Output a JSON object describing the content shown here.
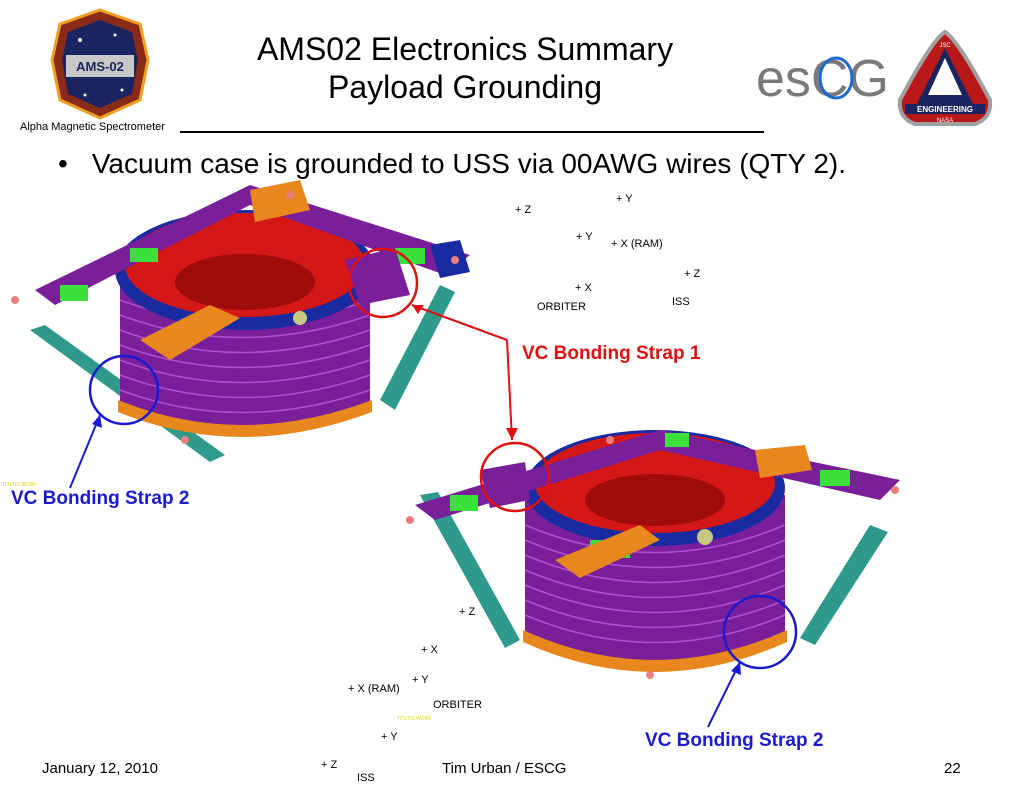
{
  "header": {
    "title_line1": "AMS02 Electronics Summary",
    "title_line2": "Payload Grounding",
    "ams_caption": "Alpha Magnetic Spectrometer",
    "ams_logo_text": "AMS-02",
    "escg_logo_text": "esCG",
    "jsc_logo_top": "JSC",
    "jsc_logo_band": "ENGINEERING",
    "jsc_logo_bottom": "NASA"
  },
  "bullet": "Vacuum case is grounded to USS via 00AWG wires (QTY 2).",
  "axes_top": {
    "y1": "+ Y",
    "z1": "+ Z",
    "y2": "+ Y",
    "x_ram": "+ X (RAM)",
    "z2": "+ Z",
    "x": "+ X",
    "orbiter": "ORBITER",
    "iss": "ISS"
  },
  "axes_bottom": {
    "z1": "+ Z",
    "x": "+ X",
    "y1": "+ Y",
    "x_ram": "+ X (RAM)",
    "orbiter": "ORBITER",
    "y2": "+ Y",
    "z2": "+ Z",
    "iss": "ISS"
  },
  "callouts": {
    "strap1": "VC Bonding Strap 1",
    "strap2_left": "VC Bonding Strap 2",
    "strap2_right": "VC Bonding Strap 2"
  },
  "tiny_labels": {
    "left": "TITLTIS WORK",
    "bottom": "TITLTIS WORK"
  },
  "footer": {
    "date": "January 12, 2010",
    "author": "Tim Urban / ESCG",
    "page": "22"
  },
  "colors": {
    "strap1": "#e01010",
    "strap2": "#1a1ad0",
    "vacuum_case": "#7a1f9a",
    "rim": "#d41818",
    "frame_orange": "#e8871e",
    "frame_green": "#3ce03c",
    "strut_teal": "#2f9a8c"
  }
}
